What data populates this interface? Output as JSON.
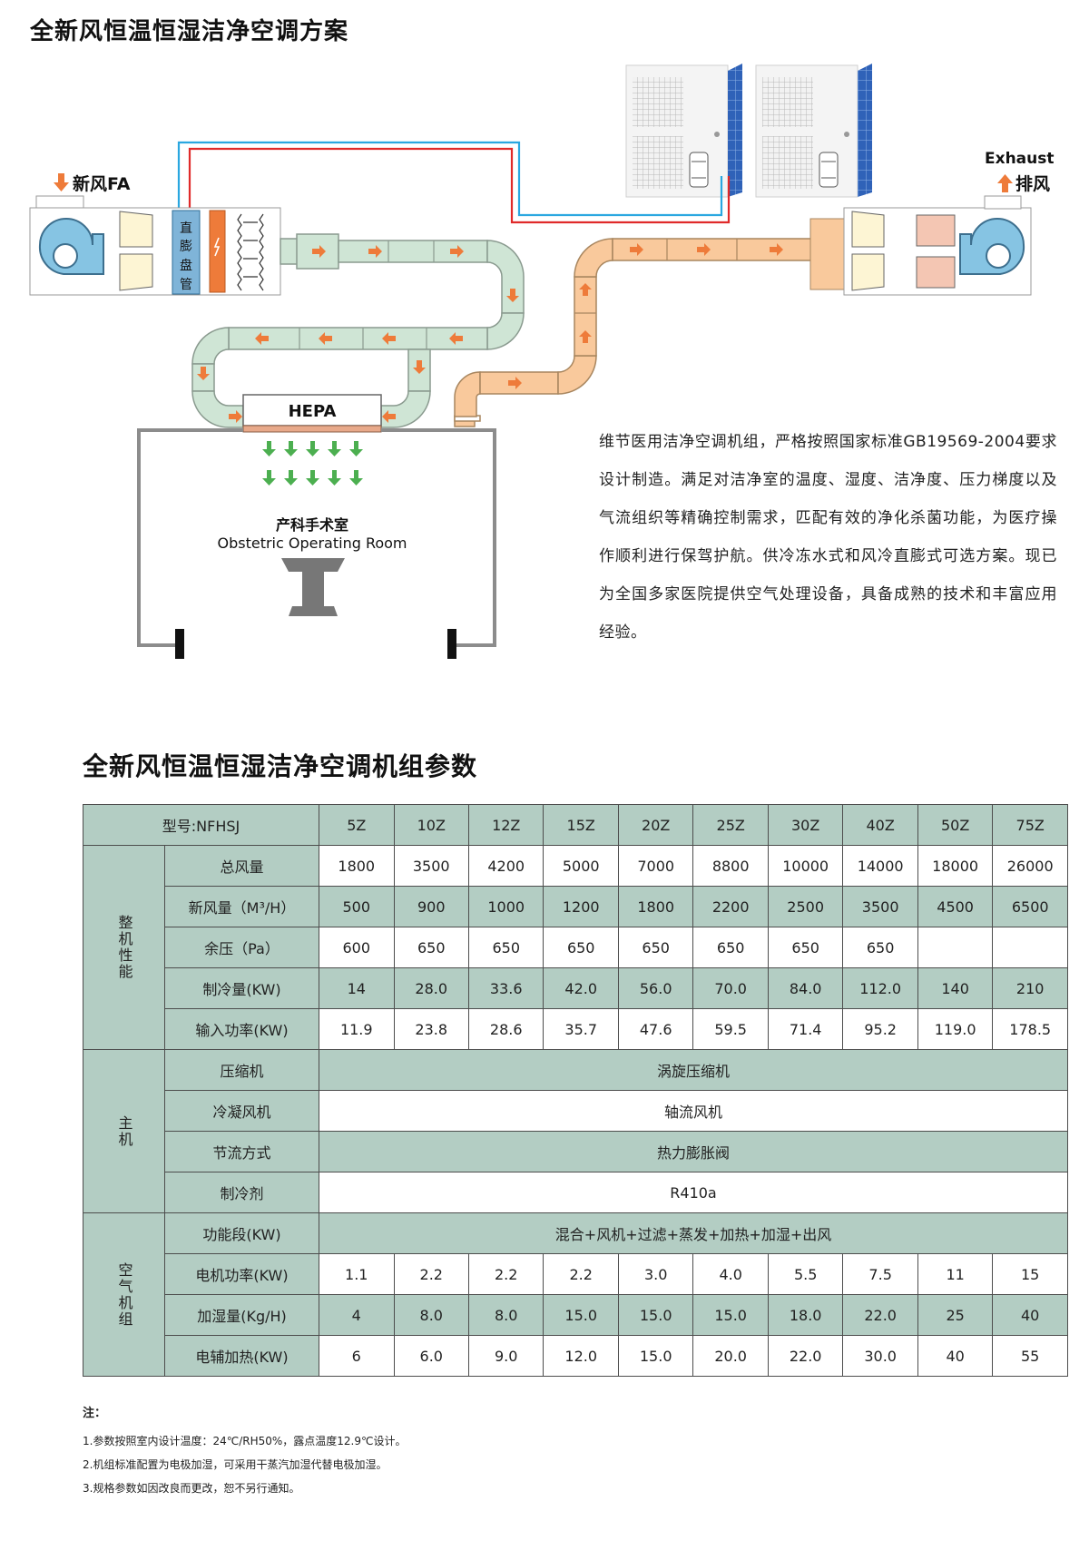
{
  "diagram_title": "全新风恒温恒湿洁净空调方案",
  "labels": {
    "fresh_air": "新风FA",
    "exhaust_en": "Exhaust",
    "exhaust_cn": "排风",
    "coil_chars": [
      "直",
      "膨",
      "盘",
      "管"
    ],
    "hepa": "HEPA",
    "room_cn": "产科手术室",
    "room_en": "Obstetric Operating Room"
  },
  "description": "维节医用洁净空调机组，严格按照国家标准GB19569-2004要求设计制造。满足对洁净室的温度、湿度、洁净度、压力梯度以及气流组织等精确控制需求，匹配有效的净化杀菌功能，为医疗操作顺利进行保驾护航。供冷冻水式和风冷直膨式可选方案。现已为全国多家医院提供空气处理设备，具备成熟的技术和丰富应用经验。",
  "table_title": "全新风恒温恒湿洁净空调机组参数",
  "table": {
    "model_label": "型号:NFHSJ",
    "models": [
      "5Z",
      "10Z",
      "12Z",
      "15Z",
      "20Z",
      "25Z",
      "30Z",
      "40Z",
      "50Z",
      "75Z"
    ],
    "groups": [
      {
        "name": "整机性能",
        "rows": [
          {
            "label": "总风量",
            "values": [
              "1800",
              "3500",
              "4200",
              "5000",
              "7000",
              "8800",
              "10000",
              "14000",
              "18000",
              "26000"
            ]
          },
          {
            "label": "新风量（M³/H）",
            "values": [
              "500",
              "900",
              "1000",
              "1200",
              "1800",
              "2200",
              "2500",
              "3500",
              "4500",
              "6500"
            ]
          },
          {
            "label": "余压（Pa）",
            "values": [
              "600",
              "650",
              "650",
              "650",
              "650",
              "650",
              "650",
              "650",
              "",
              ""
            ]
          },
          {
            "label": "制冷量(KW)",
            "values": [
              "14",
              "28.0",
              "33.6",
              "42.0",
              "56.0",
              "70.0",
              "84.0",
              "112.0",
              "140",
              "210"
            ]
          },
          {
            "label": "输入功率(KW)",
            "values": [
              "11.9",
              "23.8",
              "28.6",
              "35.7",
              "47.6",
              "59.5",
              "71.4",
              "95.2",
              "119.0",
              "178.5"
            ]
          }
        ]
      },
      {
        "name": "主机",
        "rows": [
          {
            "label": "压缩机",
            "merged": "涡旋压缩机"
          },
          {
            "label": "冷凝风机",
            "merged": "轴流风机"
          },
          {
            "label": "节流方式",
            "merged": "热力膨胀阀"
          },
          {
            "label": "制冷剂",
            "merged": "R410a"
          }
        ]
      },
      {
        "name": "空气机组",
        "rows": [
          {
            "label": "功能段(KW)",
            "merged": "混合+风机+过滤+蒸发+加热+加湿+出风"
          },
          {
            "label": "电机功率(KW)",
            "values": [
              "1.1",
              "2.2",
              "2.2",
              "2.2",
              "3.0",
              "4.0",
              "5.5",
              "7.5",
              "11",
              "15"
            ]
          },
          {
            "label": "加湿量(Kg/H)",
            "values": [
              "4",
              "8.0",
              "8.0",
              "15.0",
              "15.0",
              "15.0",
              "18.0",
              "22.0",
              "25",
              "40"
            ]
          },
          {
            "label": "电辅加热(KW)",
            "values": [
              "6",
              "6.0",
              "9.0",
              "12.0",
              "15.0",
              "20.0",
              "22.0",
              "30.0",
              "40",
              "55"
            ]
          }
        ]
      }
    ]
  },
  "notes": {
    "title": "注：",
    "items": [
      "1.参数按照室内设计温度：24℃/RH50%，露点温度12.9℃设计。",
      "2.机组标准配置为电极加湿，可采用干蒸汽加湿代替电极加湿。",
      "3.规格参数如因改良而更改，恕不另行通知。"
    ]
  },
  "colors": {
    "supply_duct": "#cfe5d5",
    "return_duct": "#f9c99c",
    "arrow": "#ee7b3a",
    "airflow_arrow": "#4caf50",
    "fan": "#86c4e3",
    "table_green": "#b3cdc3",
    "wall": "#8c8c8c"
  }
}
